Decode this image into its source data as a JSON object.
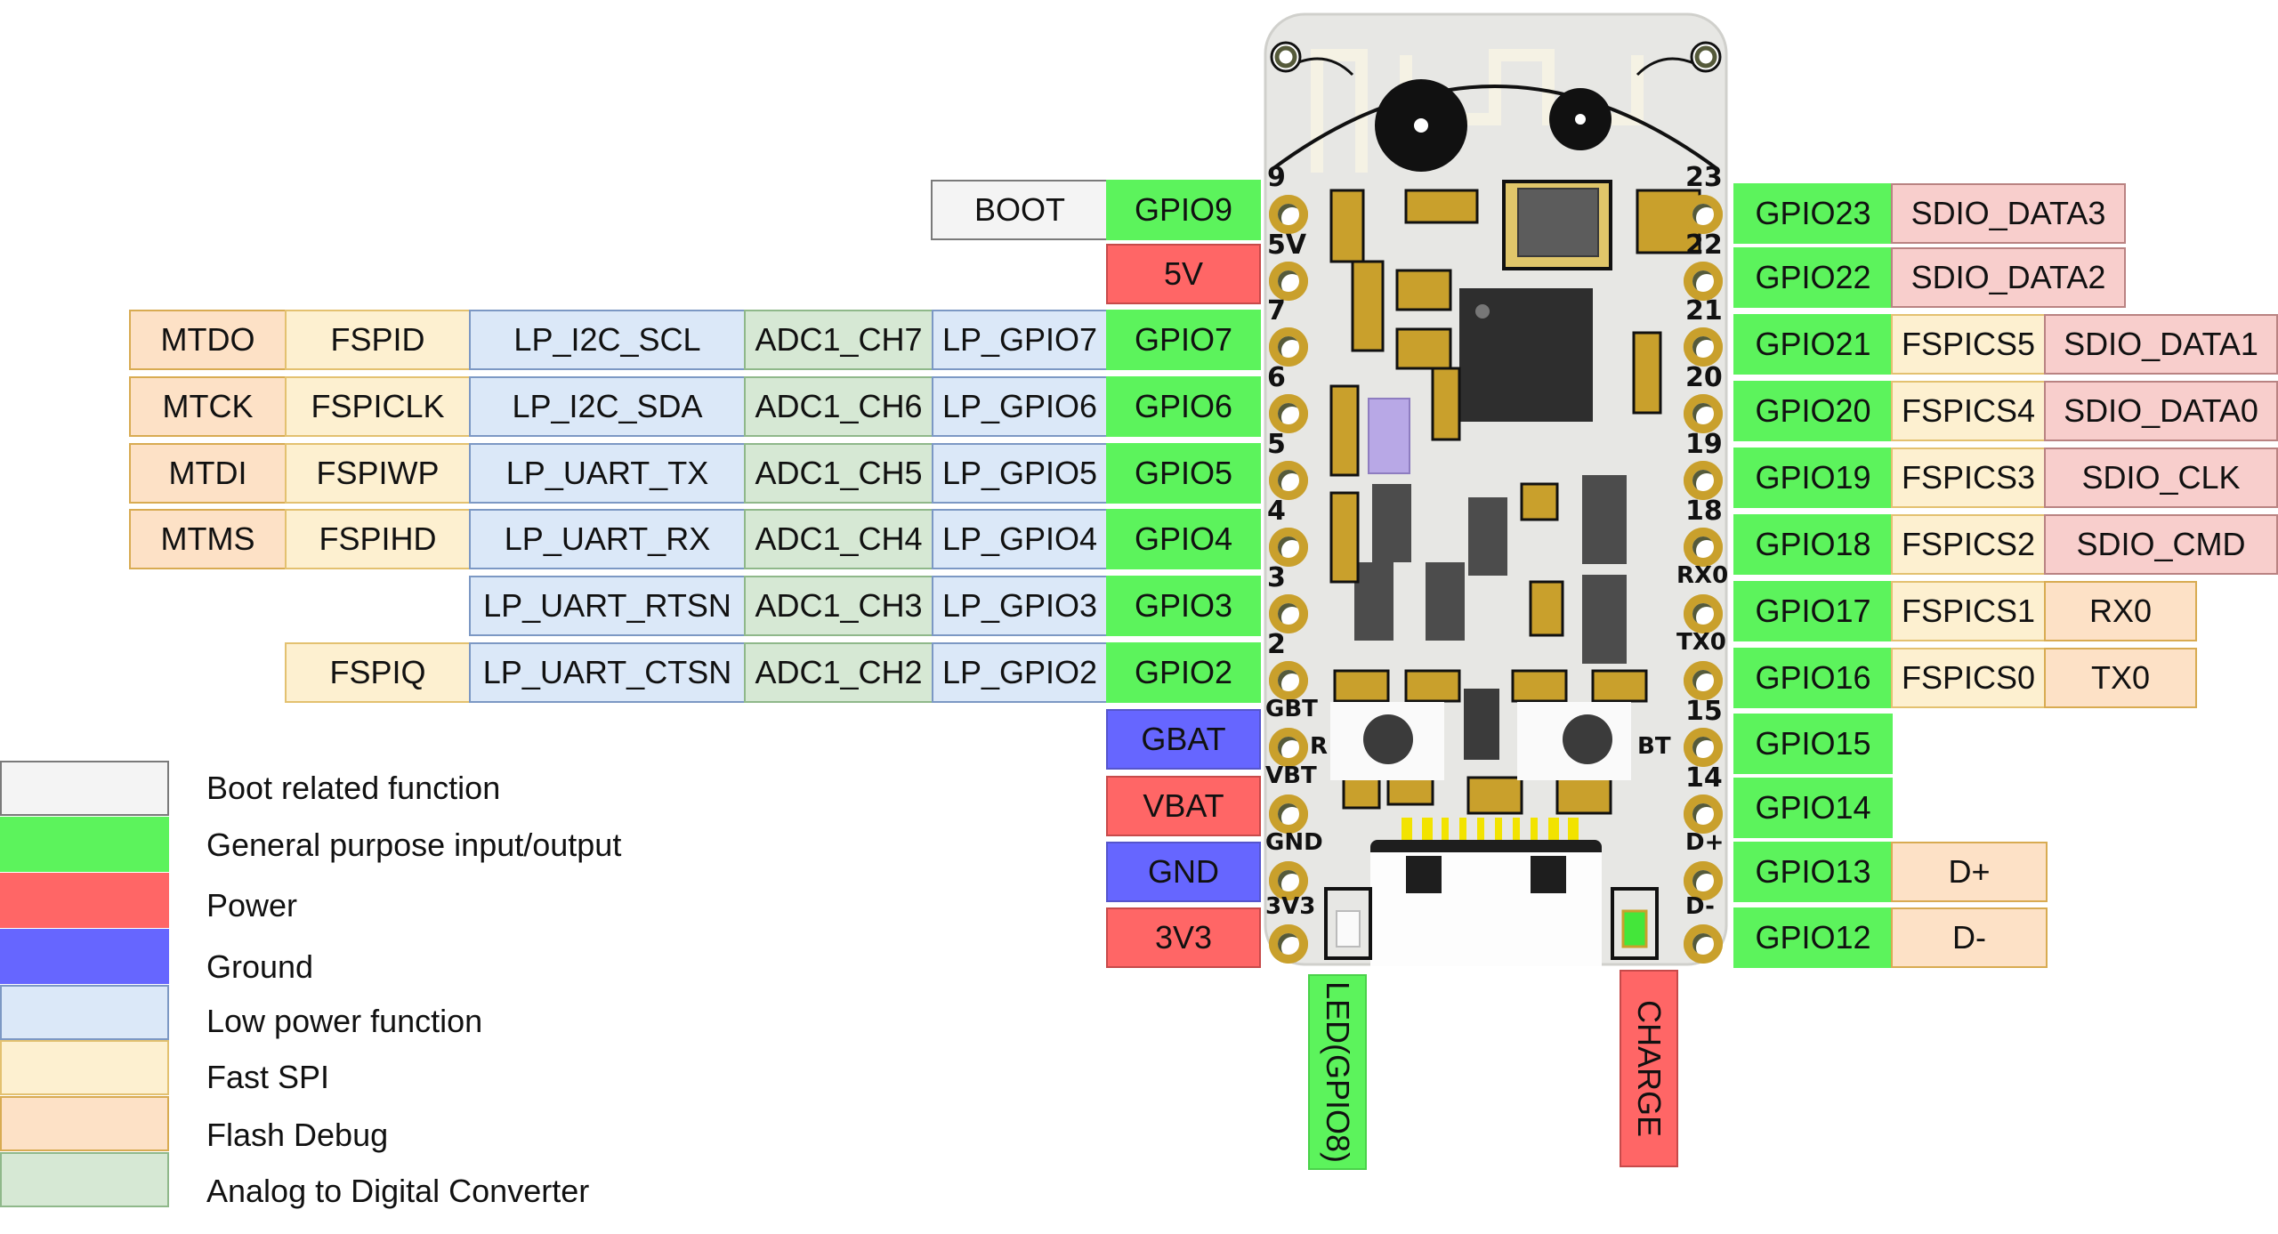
{
  "left_rows": {
    "r9": {
      "boot": "BOOT",
      "gpio": "GPIO9"
    },
    "r5v": {
      "power": "5V"
    },
    "r7": {
      "flash": "MTDO",
      "fspi": "FSPID",
      "lp": "LP_I2C_SCL",
      "adc": "ADC1_CH7",
      "lpgpio": "LP_GPIO7",
      "gpio": "GPIO7"
    },
    "r6": {
      "flash": "MTCK",
      "fspi": "FSPICLK",
      "lp": "LP_I2C_SDA",
      "adc": "ADC1_CH6",
      "lpgpio": "LP_GPIO6",
      "gpio": "GPIO6"
    },
    "r5": {
      "flash": "MTDI",
      "fspi": "FSPIWP",
      "lp": "LP_UART_TX",
      "adc": "ADC1_CH5",
      "lpgpio": "LP_GPIO5",
      "gpio": "GPIO5"
    },
    "r4": {
      "flash": "MTMS",
      "fspi": "FSPIHD",
      "lp": "LP_UART_RX",
      "adc": "ADC1_CH4",
      "lpgpio": "LP_GPIO4",
      "gpio": "GPIO4"
    },
    "r3": {
      "lp": "LP_UART_RTSN",
      "adc": "ADC1_CH3",
      "lpgpio": "LP_GPIO3",
      "gpio": "GPIO3"
    },
    "r2": {
      "fspi": "FSPIQ",
      "lp": "LP_UART_CTSN",
      "adc": "ADC1_CH2",
      "lpgpio": "LP_GPIO2",
      "gpio": "GPIO2"
    },
    "gbat": "GBAT",
    "vbat": "VBAT",
    "gnd": "GND",
    "v33": "3V3"
  },
  "right_rows": {
    "r23": {
      "gpio": "GPIO23",
      "sdio": "SDIO_DATA3"
    },
    "r22": {
      "gpio": "GPIO22",
      "sdio": "SDIO_DATA2"
    },
    "r21": {
      "gpio": "GPIO21",
      "fspi": "FSPICS5",
      "sdio": "SDIO_DATA1"
    },
    "r20": {
      "gpio": "GPIO20",
      "fspi": "FSPICS4",
      "sdio": "SDIO_DATA0"
    },
    "r19": {
      "gpio": "GPIO19",
      "fspi": "FSPICS3",
      "sdio": "SDIO_CLK"
    },
    "r18": {
      "gpio": "GPIO18",
      "fspi": "FSPICS2",
      "sdio": "SDIO_CMD"
    },
    "r17": {
      "gpio": "GPIO17",
      "fspi": "FSPICS1",
      "uart": "RX0"
    },
    "r16": {
      "gpio": "GPIO16",
      "fspi": "FSPICS0",
      "uart": "TX0"
    },
    "r15": {
      "gpio": "GPIO15"
    },
    "r14": {
      "gpio": "GPIO14"
    },
    "r13": {
      "gpio": "GPIO13",
      "usb": "D+"
    },
    "r12": {
      "gpio": "GPIO12",
      "usb": "D-"
    }
  },
  "bottom_labels": {
    "led": "LED(GPIO8)",
    "charge": "CHARGE"
  },
  "board": {
    "left_silk": [
      "9",
      "5V",
      "7",
      "6",
      "5",
      "4",
      "3",
      "2",
      "GBT",
      "VBT",
      "GND",
      "3V3"
    ],
    "right_silk": [
      "23",
      "22",
      "21",
      "20",
      "19",
      "18",
      "RX0",
      "TX0",
      "15",
      "14",
      "D+",
      "D-"
    ],
    "button_r": "R",
    "button_bt": "BT"
  },
  "legend": [
    {
      "label": "Boot related function",
      "color": "#f4f4f4"
    },
    {
      "label": "General purpose input/output",
      "color": "#5cf35c"
    },
    {
      "label": "Power",
      "color": "#ff6666"
    },
    {
      "label": "Ground",
      "color": "#6666ff"
    },
    {
      "label": "Low power function",
      "color": "#dbe8f8"
    },
    {
      "label": "Fast SPI",
      "color": "#fdf0d0"
    },
    {
      "label": "Flash Debug",
      "color": "#fde1c6"
    },
    {
      "label": "Analog to Digital Converter",
      "color": "#d6e8d4"
    }
  ]
}
